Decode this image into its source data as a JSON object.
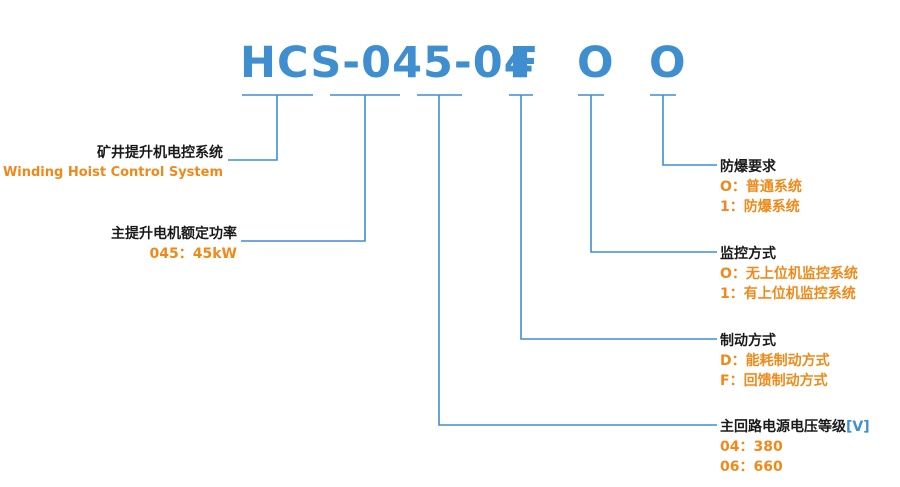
{
  "model_code": {
    "segments": [
      "HCS-045-04",
      "F",
      "O",
      "O"
    ]
  },
  "left_labels": [
    {
      "title": "矿井提升机电控系统",
      "sub": "Winding Hoist Control System"
    },
    {
      "title": "主提升电机额定功率",
      "sub": "045：45kW"
    }
  ],
  "right_labels": [
    {
      "title": "防爆要求",
      "opts": [
        "O：普通系统",
        "1：防爆系统"
      ]
    },
    {
      "title": "监控方式",
      "opts": [
        "O：无上位机监控系统",
        "1：有上位机监控系统"
      ]
    },
    {
      "title": "制动方式",
      "opts": [
        "D：能耗制动方式",
        "F：回馈制动方式"
      ]
    },
    {
      "title": "主回路电源电压等级",
      "unit": "[V]",
      "opts": [
        "04：380",
        "06：660"
      ]
    }
  ],
  "colors": {
    "accent": "#3f8fd0",
    "orange": "#ef8a1a",
    "text": "#1a1a1a"
  }
}
